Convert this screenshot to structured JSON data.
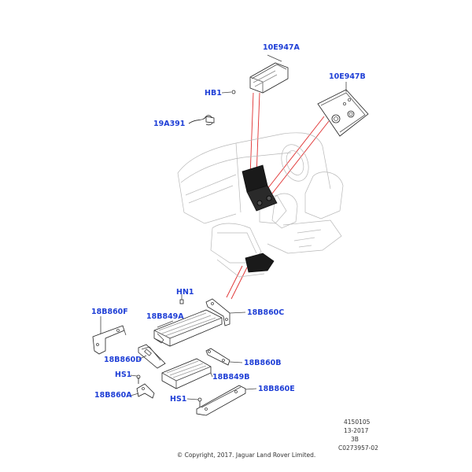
{
  "callouts": {
    "c10E947A": "10E947A",
    "c10E947B": "10E947B",
    "cHB1": "HB1",
    "c19A391": "19A391",
    "cHN1": "HN1",
    "c18B860F": "18B860F",
    "c18B849A": "18B849A",
    "c18B860C": "18B860C",
    "c18B860D": "18B860D",
    "c18B860B": "18B860B",
    "cHS1a": "HS1",
    "c18B849B": "18B849B",
    "c18B860E": "18B860E",
    "c18B860A": "18B860A",
    "cHS1b": "HS1"
  },
  "reference": {
    "line1": "4150105",
    "line2": "13-2017",
    "line3": "3B",
    "line4": "C0273957-02"
  },
  "copyright": "© Copyright, 2017. Jaguar Land Rover Limited.",
  "colors": {
    "callout": "#1f3fd6",
    "leader": "#e03030",
    "line": "#333333",
    "part_dark": "#1a1a1a"
  }
}
